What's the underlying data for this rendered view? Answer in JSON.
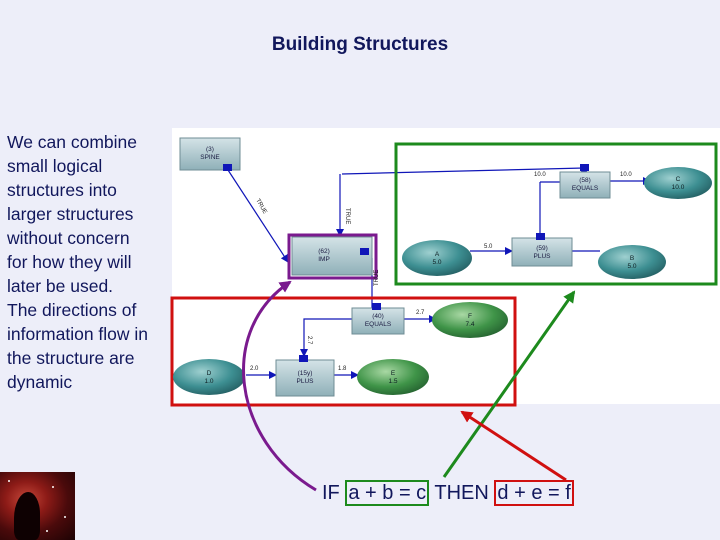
{
  "slide": {
    "title": "Building Structures",
    "body_lines": [
      "We can combine",
      "small logical",
      "structures into",
      "larger structures",
      "without concern",
      "for how they will",
      "later be used.",
      "The directions of",
      "information flow in",
      "the structure are",
      "dynamic"
    ]
  },
  "diagram": {
    "nodes": {
      "spine": {
        "line1": "(3)",
        "line2": "SPINE"
      },
      "imp": {
        "line1": "(62)",
        "line2": "IMP"
      },
      "equals_top": {
        "line1": "(58)",
        "line2": "EQUALS"
      },
      "plus_top": {
        "line1": "(59)",
        "line2": "PLUS"
      },
      "equals_mid": {
        "line1": "(40)",
        "line2": "EQUALS"
      },
      "plus_bottom": {
        "line1": "(15y)",
        "line2": "PLUS"
      },
      "c": {
        "line1": "C",
        "line2": "10.0"
      },
      "a": {
        "line1": "A",
        "line2": "5.0"
      },
      "b": {
        "line1": "B",
        "line2": "5.0"
      },
      "f": {
        "line1": "F",
        "line2": "7.4"
      },
      "d": {
        "line1": "D",
        "line2": "1.0"
      },
      "e": {
        "line1": "E",
        "line2": "1.5"
      }
    },
    "edge_labels": {
      "true1": "TRUE",
      "true2": "TRUE",
      "true3": "TRUE",
      "v10a": "10.0",
      "v10b": "10.0",
      "v50": "5.0",
      "v27": "2.7",
      "v27b": "2.7",
      "v20": "2.0",
      "v18": "1.8"
    }
  },
  "formula": {
    "prefix": "IF",
    "green_part": "a + b = c",
    "middle": "THEN",
    "red_part": "d + e = f"
  },
  "colors": {
    "title": "#11175c",
    "green_box": "#1d8a1d",
    "red_box": "#d01010",
    "purple_box": "#7a1a8e",
    "node_rect": "#b5ccd2",
    "node_ellipse": "#3d8f92",
    "connector": "#1016b8"
  }
}
